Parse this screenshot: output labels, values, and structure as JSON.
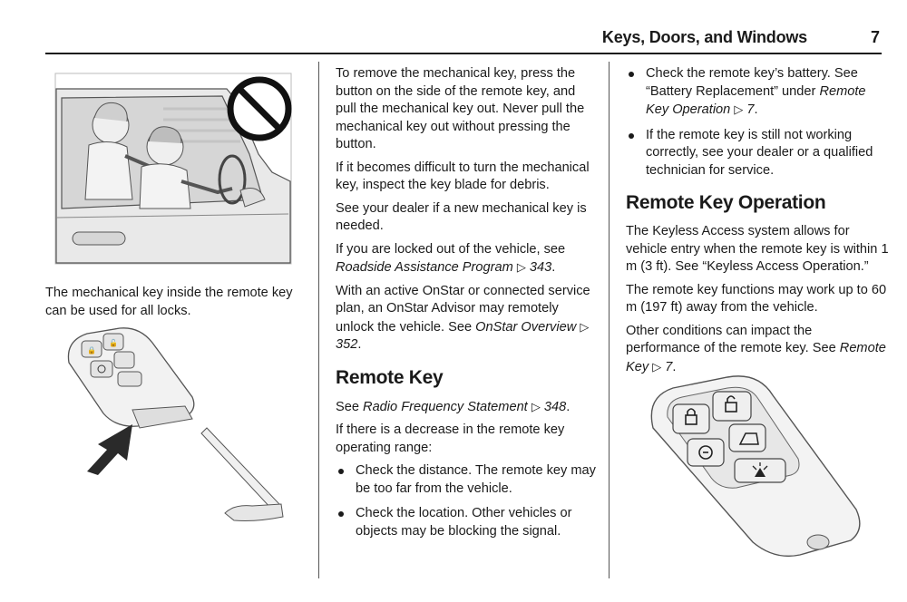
{
  "header": {
    "section": "Keys, Doors, and Windows",
    "page_number": "7"
  },
  "colors": {
    "text": "#1a1a1a",
    "rule": "#1a1a1a",
    "illustration_fill": "#f0f0f0"
  },
  "left": {
    "caption": "The mechanical key inside the remote key can be used for all locks."
  },
  "middle": {
    "p1": "To remove the mechanical key, press the button on the side of the remote key, and pull the mechanical key out. Never pull the mechanical key out without pressing the button.",
    "p2": "If it becomes difficult to turn the mechanical key, inspect the key blade for debris.",
    "p3": "See your dealer if a new mechanical key is needed.",
    "p4_pre": "If you are locked out of the vehicle, see ",
    "p4_ref": "Roadside Assistance Program",
    "p4_page": "343",
    "p5_pre": "With an active OnStar or connected service plan, an OnStar Advisor may remotely unlock the vehicle. See ",
    "p5_ref": "OnStar Overview",
    "p5_page": "352",
    "heading": "Remote Key",
    "p6_pre": "See ",
    "p6_ref": "Radio Frequency Statement",
    "p6_page": "348",
    "p7": "If there is a decrease in the remote key operating range:",
    "bullet1": "Check the distance. The remote key may be too far from the vehicle.",
    "bullet2": "Check the location. Other vehicles or objects may be blocking the signal."
  },
  "right": {
    "bullet3_pre": "Check the remote key’s battery. See “Battery Replacement” under ",
    "bullet3_ref": "Remote Key Operation",
    "bullet3_page": "7",
    "bullet4": "If the remote key is still not working correctly, see your dealer or a qualified technician for service.",
    "heading": "Remote Key Operation",
    "p1": "The Keyless Access system allows for vehicle entry when the remote key is within 1 m (3 ft). See “Keyless Access Operation.”",
    "p2": "The remote key functions may work up to 60 m (197 ft) away from the vehicle.",
    "p3_pre": "Other conditions can impact the performance of the remote key. See ",
    "p3_ref": "Remote Key",
    "p3_page": "7"
  },
  "icons": {
    "xref": "page-reference-arrow-icon",
    "prohibited": "prohibited-sign-icon",
    "lock": "lock-icon",
    "unlock": "unlock-icon",
    "remote_start": "remote-start-icon",
    "trunk": "liftgate-icon",
    "panic": "panic-alarm-icon",
    "press_arrow": "press-arrow-icon"
  }
}
